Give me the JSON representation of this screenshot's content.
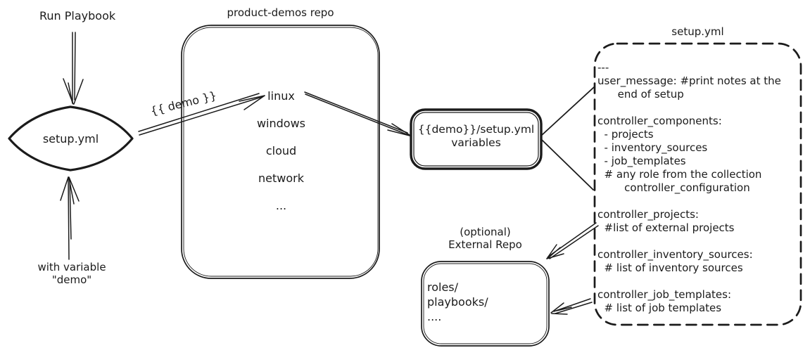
{
  "colors": {
    "ink": "#1b1b1b",
    "background": "#ffffff"
  },
  "flow": {
    "run_playbook_label": "Run Playbook",
    "start_node": "setup.yml",
    "with_variable_line1": "with variable",
    "with_variable_line2": "\"demo\"",
    "demo_edge_label": "{{ demo }}"
  },
  "repo": {
    "title": "product-demos repo",
    "items": [
      "linux",
      "windows",
      "cloud",
      "network",
      "..."
    ]
  },
  "variables_box": {
    "line1": "{{demo}}/setup.yml",
    "line2": "variables"
  },
  "setup_yml": {
    "title": "setup.yml",
    "lines": [
      "---",
      "user_message: #print notes at the",
      "      end of setup",
      "",
      "controller_components:",
      "  - projects",
      "  - inventory_sources",
      "  - job_templates",
      "  # any role from the collection",
      "        controller_configuration",
      "",
      "controller_projects:",
      "  #list of external projects",
      "",
      "controller_inventory_sources:",
      "  # list of inventory sources",
      "",
      "controller_job_templates:",
      "  # list of job templates"
    ]
  },
  "external_repo": {
    "label_line1": "(optional)",
    "label_line2": "External Repo",
    "items": [
      "roles/",
      "playbooks/",
      "...."
    ]
  }
}
